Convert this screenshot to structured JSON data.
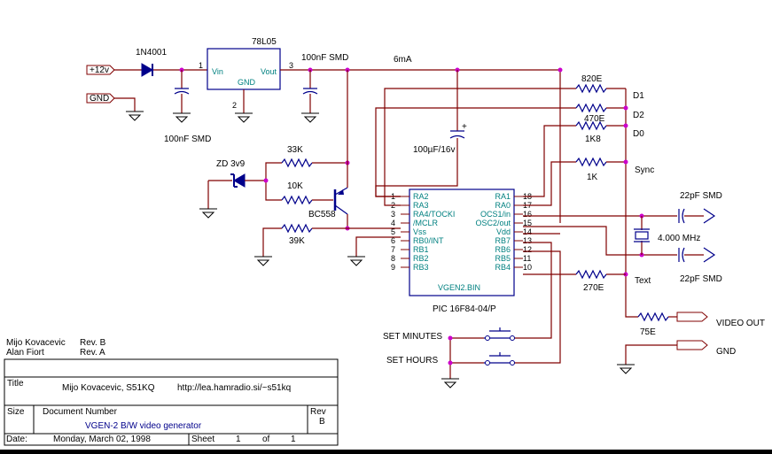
{
  "power": {
    "supply_label": "+12v",
    "gnd_label": "GND",
    "diode": "1N4001",
    "regulator": "78L05",
    "reg_vin": "Vin",
    "reg_vout": "Vout",
    "reg_gnd": "GND",
    "reg_pin1": "1",
    "reg_pin2": "2",
    "reg_pin3": "3",
    "cap_in": "100nF SMD",
    "cap_out": "100nF SMD",
    "current": "6mA",
    "cap_bulk": "100µF/16v"
  },
  "components": {
    "zener": "ZD 3v9",
    "r33k": "33K",
    "r10k": "10K",
    "transistor": "BC558",
    "r39k": "39K",
    "r820": "820E",
    "r470": "470E",
    "r1k8": "1K8",
    "r1k": "1K",
    "r270": "270E",
    "r75": "75E",
    "crystal": "4.000 MHz",
    "cap_x1": "22pF SMD",
    "cap_x2": "22pF SMD",
    "btn_minutes": "SET MINUTES",
    "btn_hours": "SET HOURS"
  },
  "chip": {
    "name": "VGEN2.BIN",
    "part": "PIC 16F84-04/P",
    "left_pins": [
      {
        "num": "1",
        "name": "RA2"
      },
      {
        "num": "2",
        "name": "RA3"
      },
      {
        "num": "3",
        "name": "RA4/TOCKI"
      },
      {
        "num": "4",
        "name": "/MCLR"
      },
      {
        "num": "5",
        "name": "Vss"
      },
      {
        "num": "6",
        "name": "RB0/INT"
      },
      {
        "num": "7",
        "name": "RB1"
      },
      {
        "num": "8",
        "name": "RB2"
      },
      {
        "num": "9",
        "name": "RB3"
      }
    ],
    "right_pins": [
      {
        "num": "18",
        "name": "RA1"
      },
      {
        "num": "17",
        "name": "RA0"
      },
      {
        "num": "16",
        "name": "OCS1/in"
      },
      {
        "num": "15",
        "name": "OSC2/out"
      },
      {
        "num": "14",
        "name": "Vdd"
      },
      {
        "num": "13",
        "name": "RB7"
      },
      {
        "num": "12",
        "name": "RB6"
      },
      {
        "num": "11",
        "name": "RB5"
      },
      {
        "num": "10",
        "name": "RB4"
      }
    ],
    "left_top_labels": [
      "RA2",
      "RA3"
    ]
  },
  "outputs": {
    "d1": "D1",
    "d2": "D2",
    "d0": "D0",
    "sync": "Sync",
    "text": "Text",
    "video_out": "VIDEO OUT",
    "gnd": "GND"
  },
  "revisions": [
    {
      "author": "Mijo Kovacevic",
      "rev": "Rev. B"
    },
    {
      "author": "Alan Fiort",
      "rev": "Rev. A"
    }
  ],
  "title_block": {
    "title_label": "Title",
    "title_value": "Mijo Kovacevic, S51KQ",
    "url": "http://lea.hamradio.si/~s51kq",
    "size_label": "Size",
    "docnum_label": "Document Number",
    "docnum_value": "VGEN-2    B/W video generator",
    "rev_label": "Rev",
    "rev_value": "B",
    "date_label": "Date:",
    "date_value": "Monday, March 02, 1998",
    "sheet_label": "Sheet",
    "sheet_num": "1",
    "of_label": "of",
    "sheet_total": "1"
  },
  "colors": {
    "background": "#ffffff",
    "wire": "#800000",
    "component": "#00008b",
    "pin_name": "#008080",
    "junction": "#cc00cc"
  }
}
